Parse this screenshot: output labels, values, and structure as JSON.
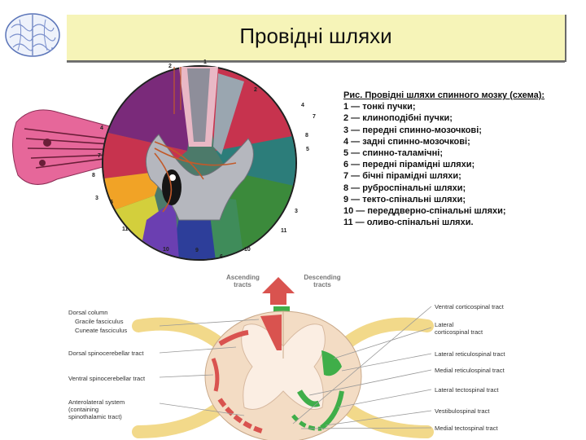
{
  "header": {
    "title": "Провідні шляхи"
  },
  "legend": {
    "caption": "Рис. Провідні шляхи спинного мозку (схема):",
    "items": [
      "1 — тонкі пучки;",
      "2 — клиноподібні пучки;",
      "3 — передні спинно-мозочкові;",
      "4 — задні спинно-мозочкові;",
      "5 — спинно-таламічні;",
      "6 — передні пірамідні шляхи;",
      "7 — бічні пірамідні шляхи;",
      "8 — руброспінальні шляхи;",
      "9 — текто-спінальні шляхи;",
      "10 — переддверно-спінальні шляхи;",
      "11 — оливо-спінальні шляхи."
    ]
  },
  "upper_diagram": {
    "numbers": [
      "1",
      "2",
      "2",
      "4",
      "7",
      "8",
      "5",
      "4",
      "7",
      "8",
      "3",
      "5",
      "11",
      "10",
      "9",
      "6",
      "10",
      "11",
      "3"
    ]
  },
  "lower_diagram": {
    "ascending_label": "Ascending tracts",
    "descending_label": "Descending tracts",
    "left_labels": {
      "dorsal_column": "Dorsal column",
      "gracile": "Gracile fasciculus",
      "cuneate": "Cuneate fasciculus",
      "dorsal_spino": "Dorsal spinocerebellar tract",
      "ventral_spino": "Ventral spinocerebellar tract",
      "anterolateral": "Anterolateral system",
      "anterolateral_2": "(containing",
      "anterolateral_3": "spinothalamic tract)"
    },
    "right_labels": {
      "ventral_cortico": "Ventral corticospinal tract",
      "lateral_cortico_1": "Lateral",
      "lateral_cortico_2": "corticospinal tract",
      "lateral_reticulo": "Lateral reticulospinal tract",
      "medial_reticulo": "Medial reticulospinal tract",
      "lateral_tecto": "Lateral tectospinal tract",
      "vestibulo": "Vestibulospinal tract",
      "medial_tecto": "Medial tectospinal tract"
    }
  },
  "colors": {
    "title_bg": "#f6f4b8",
    "ascending": "#d9534f",
    "descending": "#3fae49",
    "white_matter_lower": "#f3dcc4",
    "nerve_lower": "#f2d98a"
  },
  "icons": {
    "logo": "brain-icon"
  }
}
